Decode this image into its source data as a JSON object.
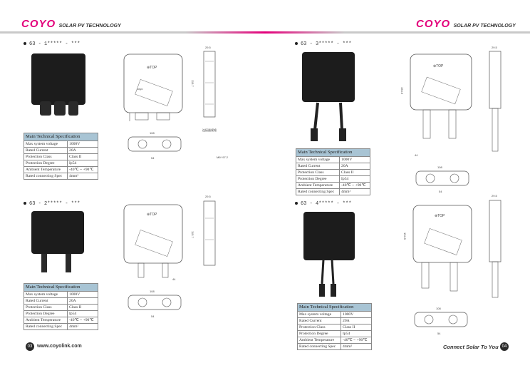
{
  "header": {
    "left": {
      "brand": "COYO",
      "tagline": "SOLAR PV TECHNOLOGY"
    },
    "right": {
      "brand": "COYO",
      "tagline": "SOLAR PV TECHNOLOGY"
    }
  },
  "colors": {
    "brand": "#e3007b",
    "stripe_gray": "#c9c9c9",
    "table_header": "#a8c4d4"
  },
  "products": [
    {
      "model": "63 - 1***** - ***"
    },
    {
      "model": "63 - 2***** - ***"
    },
    {
      "model": "63 - 3***** - ***"
    },
    {
      "model": "63 - 4***** - ***"
    }
  ],
  "spec": {
    "title": "Main Technical Specification",
    "rows": [
      [
        "Max system voltage",
        "1000V"
      ],
      [
        "Rated Current",
        "20A"
      ],
      [
        "Protection Class",
        "Class II"
      ],
      [
        "Protection Degree",
        "Ip54"
      ],
      [
        "Ambient Temperature",
        "-40℃ ~ +90℃"
      ],
      [
        "Rated connecting Spec",
        "4mm²"
      ]
    ]
  },
  "drawing": {
    "top_label": "⊕TOP",
    "dim_width": "108",
    "dim_pitch": "54",
    "dim_height": "115.7",
    "dim_depth": "29.5",
    "dim_overall": "154.5",
    "dim_cable": "44",
    "dim_slot": "M6*.97.2",
    "dim_note": "连接器规格",
    "brand_mark": "coyo"
  },
  "footer": {
    "page_left": "03",
    "url": "www.coyolink.com",
    "slogan": "Connect Solar To You",
    "page_right": "04"
  }
}
